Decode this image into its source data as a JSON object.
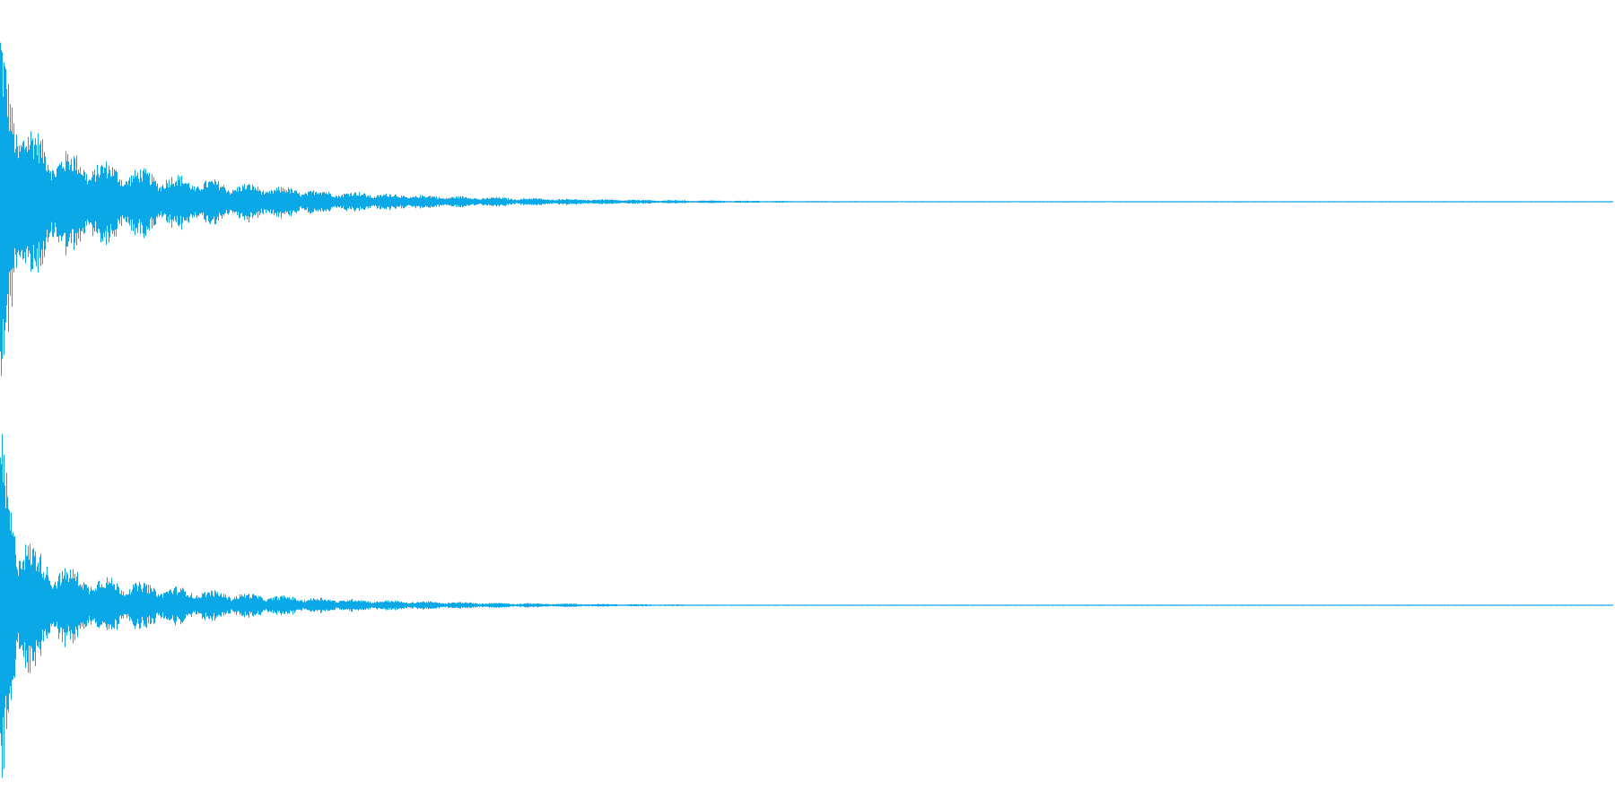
{
  "colors": {
    "background": "#ffffff",
    "waveform": "#0aa8e6"
  },
  "channels": [
    {
      "name": "channel-1",
      "decay": 0.005,
      "initial_amplitude": 1.0,
      "sustain_amplitude": 0.4,
      "modulation_period_frac": 0.022
    },
    {
      "name": "channel-2",
      "decay": 0.0055,
      "initial_amplitude": 1.0,
      "sustain_amplitude": 0.3,
      "modulation_period_frac": 0.022
    }
  ]
}
